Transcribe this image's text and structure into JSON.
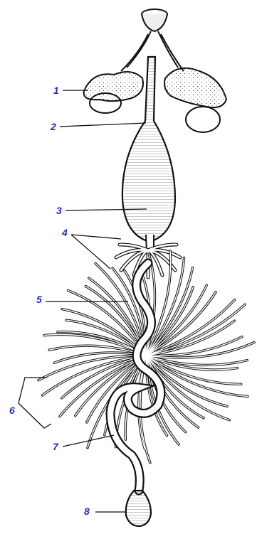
{
  "diagram": {
    "labels": [
      {
        "id": "1",
        "text": "1"
      },
      {
        "id": "2",
        "text": "2"
      },
      {
        "id": "3",
        "text": "3"
      },
      {
        "id": "4",
        "text": "4"
      },
      {
        "id": "5",
        "text": "5"
      },
      {
        "id": "6",
        "text": "6"
      },
      {
        "id": "7",
        "text": "7"
      },
      {
        "id": "8",
        "text": "8"
      }
    ],
    "label_color": "#1f2fbf",
    "line_color": "#111111"
  }
}
